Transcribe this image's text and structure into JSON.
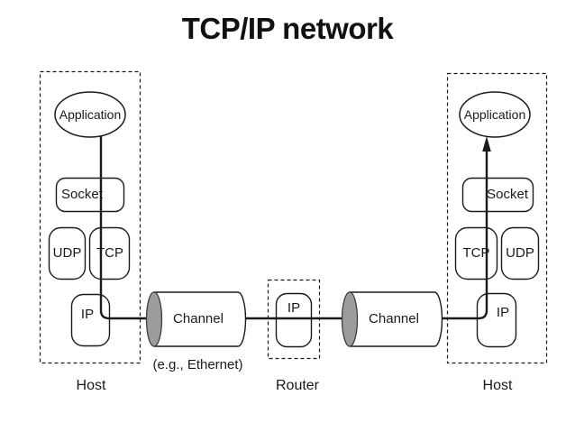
{
  "title": "TCP/IP network",
  "colors": {
    "ink": "#1a1a1a",
    "cylinder_cap_fill": "#9c9c9c",
    "cylinder_cap_stroke": "#3d3d3d",
    "background": "#ffffff"
  },
  "hosts": {
    "left": {
      "label": "Host",
      "application": "Application",
      "socket": "Socket",
      "udp": "UDP",
      "tcp": "TCP",
      "ip": "IP"
    },
    "right": {
      "label": "Host",
      "application": "Application",
      "socket": "Socket",
      "udp": "UDP",
      "tcp": "TCP",
      "ip": "IP"
    }
  },
  "router": {
    "label": "Router",
    "ip": "IP"
  },
  "channels": {
    "left": {
      "label": "Channel",
      "sublabel": "(e.g., Ethernet)"
    },
    "right": {
      "label": "Channel"
    }
  }
}
